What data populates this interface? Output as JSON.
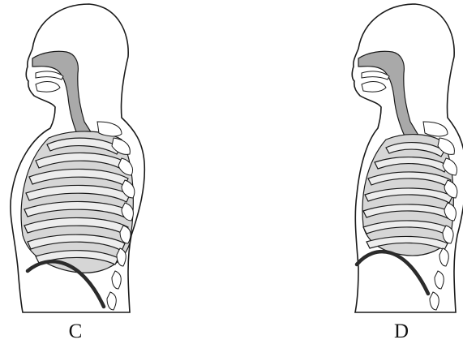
{
  "figures": [
    {
      "id": "C",
      "label": "C",
      "diaphragm_shape": "dome",
      "rib_cage": "expanded"
    },
    {
      "id": "D",
      "label": "D",
      "diaphragm_shape": "dome",
      "rib_cage": "contracted"
    }
  ],
  "colors": {
    "outline": "#1a1a1a",
    "airway_fill": "#a9a9a9",
    "lung_fill": "#d6d6d6",
    "rib_fill": "#ededed",
    "diaphragm": "#2b2b2b",
    "background": "#ffffff"
  }
}
